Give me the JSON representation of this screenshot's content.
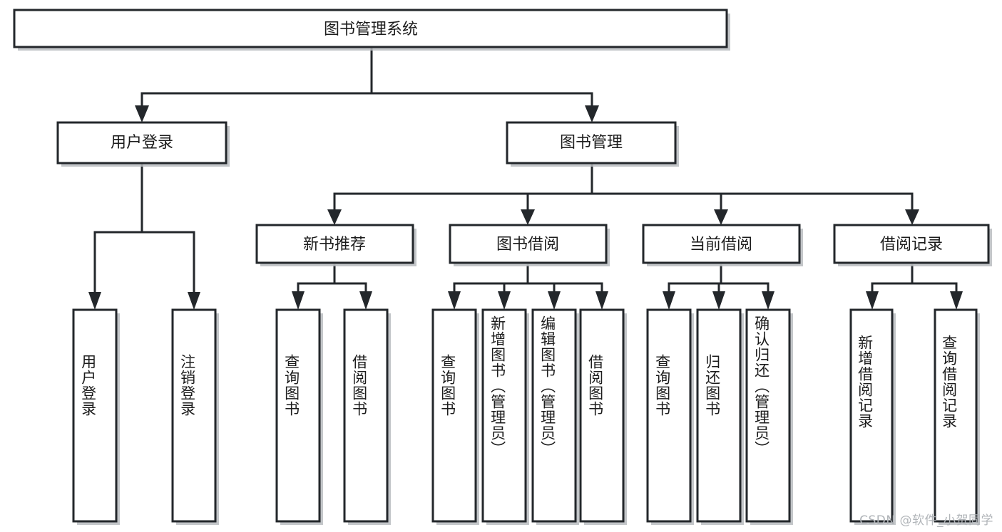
{
  "diagram": {
    "type": "tree",
    "title": "图书管理系统",
    "style": {
      "box_fill": "#ffffff",
      "box_stroke": "#23272b",
      "text_color": "#1c1c1c",
      "shadow_color": "#b8bcc0",
      "background": "#ffffff",
      "watermark_color": "#b0b4b8"
    },
    "levels": {
      "root": {
        "label": "图书管理系统"
      },
      "level2": [
        {
          "label": "用户登录"
        },
        {
          "label": "图书管理"
        }
      ],
      "level3": [
        {
          "label": "新书推荐"
        },
        {
          "label": "图书借阅"
        },
        {
          "label": "当前借阅"
        },
        {
          "label": "借阅记录"
        }
      ],
      "leaves": {
        "user_login": [
          {
            "label": "用户登录"
          },
          {
            "label": "注销登录"
          }
        ],
        "new_book_recommend": [
          {
            "label": "查询图书"
          },
          {
            "label": "借阅图书"
          }
        ],
        "book_borrow": [
          {
            "label": "查询图书"
          },
          {
            "label": "新增图书（管理员）"
          },
          {
            "label": "编辑图书（管理员）"
          },
          {
            "label": "借阅图书"
          }
        ],
        "current_borrow": [
          {
            "label": "查询图书"
          },
          {
            "label": "归还图书"
          },
          {
            "label": "确认归还（管理员）"
          }
        ],
        "borrow_record": [
          {
            "label": "新增借阅记录"
          },
          {
            "label": "查询借阅记录"
          }
        ]
      }
    }
  },
  "watermark": {
    "text": "CSDN @软件_小贺同学"
  }
}
